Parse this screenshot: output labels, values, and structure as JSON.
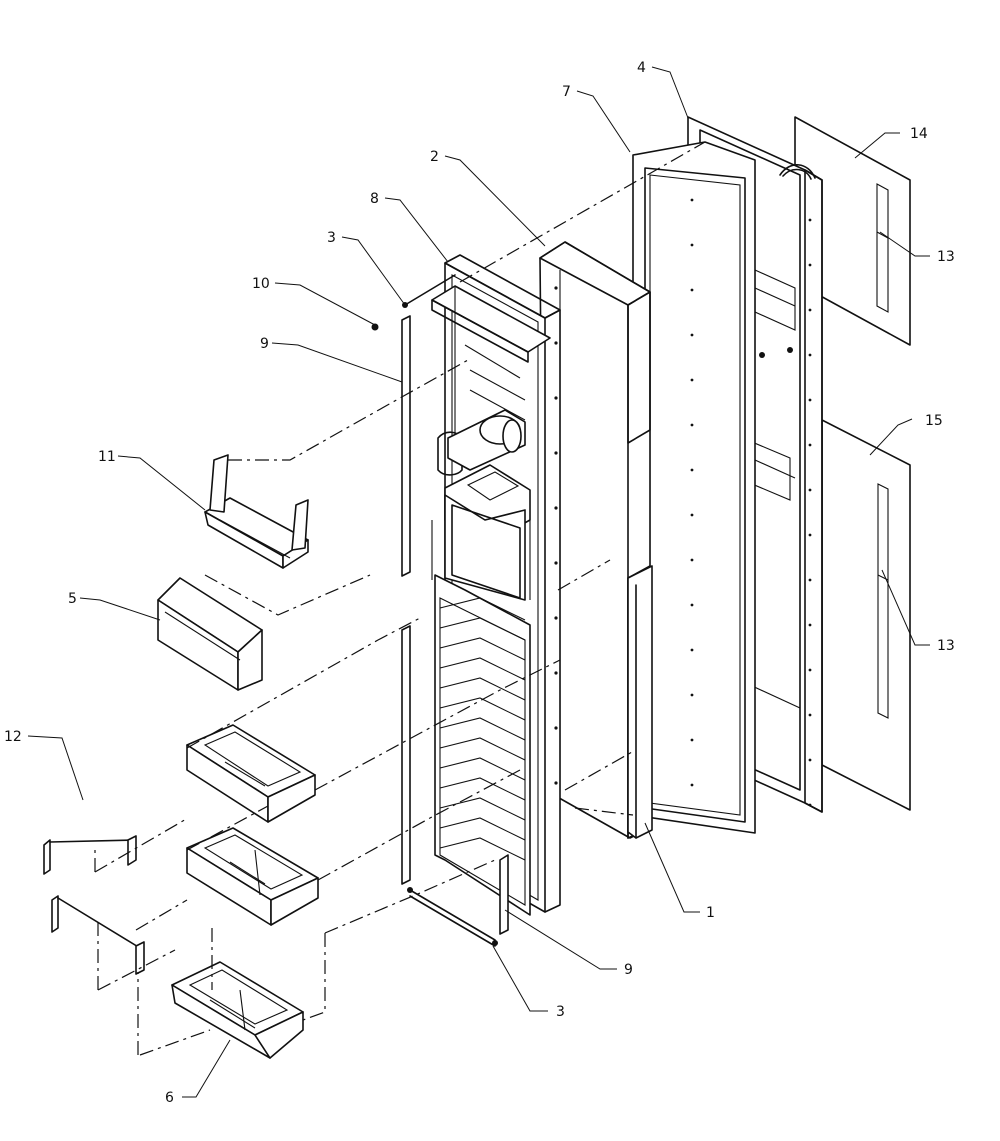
{
  "callouts": {
    "c1": "1",
    "c2": "2",
    "c3_top": "3",
    "c3_bottom": "3",
    "c4": "4",
    "c5": "5",
    "c6": "6",
    "c7": "7",
    "c8": "8",
    "c9_top": "9",
    "c9_bottom": "9",
    "c10": "10",
    "c11": "11",
    "c12": "12",
    "c13_top": "13",
    "c13_bottom": "13",
    "c14": "14",
    "c15": "15"
  }
}
